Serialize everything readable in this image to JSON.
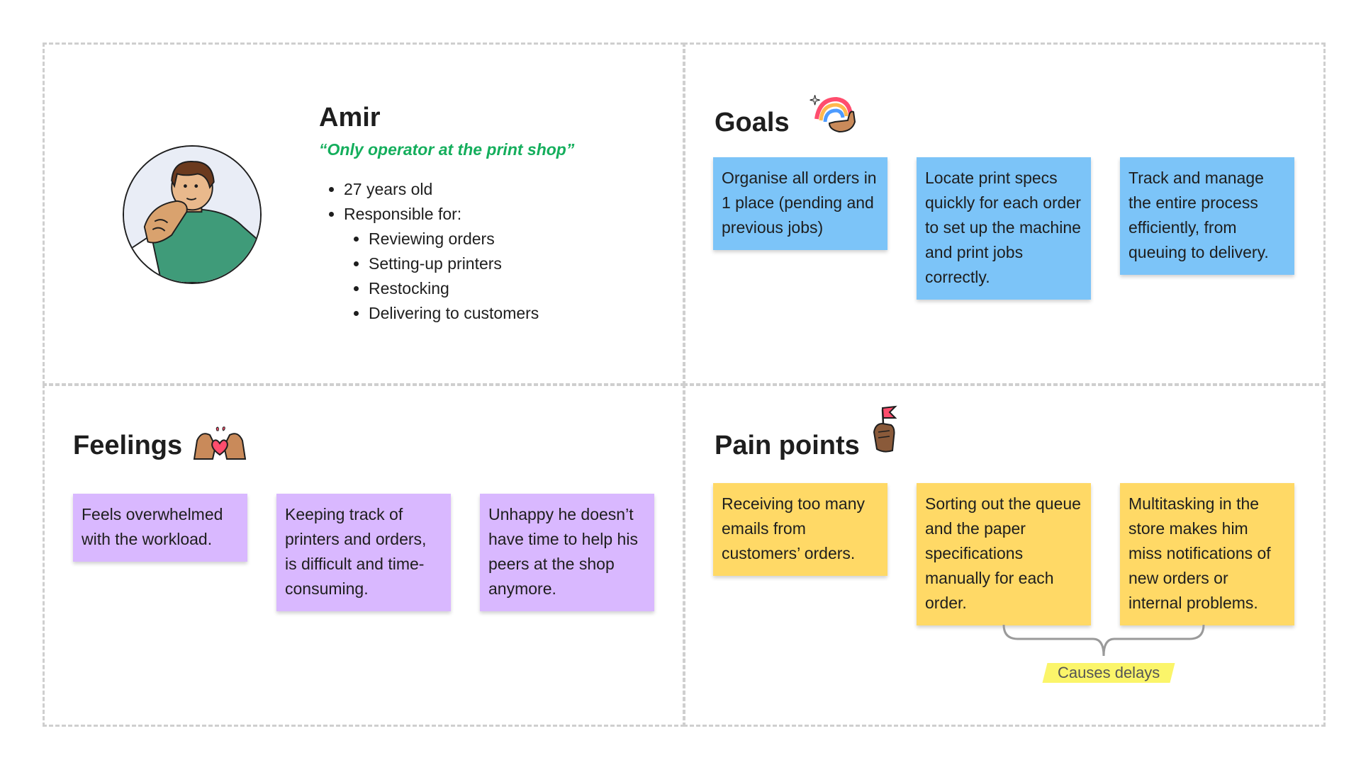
{
  "persona": {
    "name": "Amir",
    "quote": "“Only operator at the print shop”",
    "facts": {
      "age": "27 years old",
      "responsible_label": "Responsible for:",
      "responsibilities": [
        "Reviewing orders",
        "Setting-up printers",
        "Restocking",
        "Delivering to customers"
      ]
    }
  },
  "goals": {
    "title": "Goals",
    "icon": "rainbow-hand-icon",
    "notes": [
      "Organise all orders in 1 place (pending and previous jobs)",
      "Locate print specs quickly for each order to set up the machine and print jobs correctly.",
      "Track and manage the entire process efficiently, from queuing to delivery."
    ]
  },
  "feelings": {
    "title": "Feelings",
    "icon": "heart-hands-icon",
    "notes": [
      "Feels overwhelmed with the workload.",
      "Keeping track of printers and orders, is difficult and time-consuming.",
      "Unhappy he doesn’t have time to help his peers at the shop anymore."
    ]
  },
  "pain_points": {
    "title": "Pain points",
    "icon": "flag-hand-icon",
    "notes": [
      "Receiving too many emails from customers’ orders.",
      "Sorting out the queue and the paper specifications manually for each order.",
      "Multitasking in the store makes him miss notifications of new orders or internal problems."
    ],
    "annotation": "Causes delays"
  },
  "colors": {
    "quote": "#14ae5c",
    "goal_note": "#7cc4f8",
    "feeling_note": "#d9b8ff",
    "pain_note": "#ffd966",
    "highlight": "#fbf56a"
  }
}
